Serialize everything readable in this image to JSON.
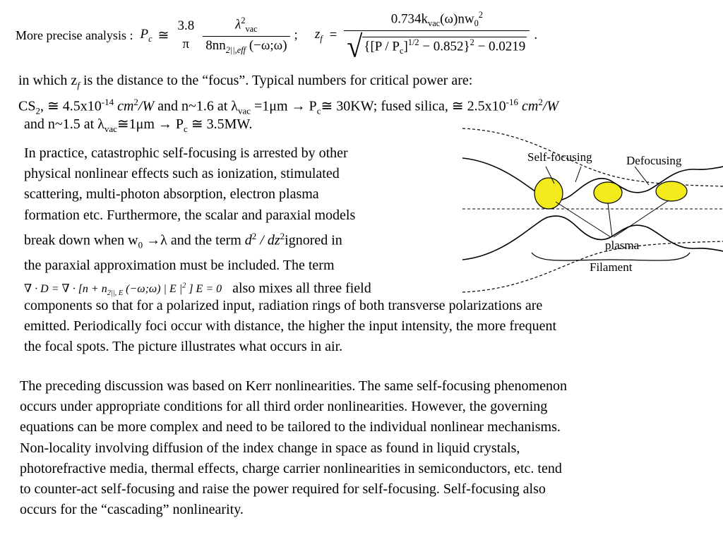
{
  "formula": {
    "label": "More precise analysis :",
    "pc_symbol": "P",
    "pc_sub": "c",
    "approx": "≅",
    "num_38": "3.8",
    "den_pi": "π",
    "lambda_vac": "λ",
    "vac": "vac",
    "sq": "2",
    "den_8nn": "8nn",
    "den_sub": "2||,eff",
    "den_arg": "(−ω;ω)",
    "semicolon": ";",
    "zf": "z",
    "zf_sub": "f",
    "equals": "=",
    "zf_num": "0.734k",
    "zf_num_sub": "vac",
    "zf_num_rest": "(ω)nw",
    "zf_num_w_sub": "0",
    "zf_den_part1": "{[P / P",
    "zf_den_sub_c": "c",
    "zf_den_part2": "]",
    "zf_den_exp": "1/2",
    "zf_den_part3": " − 0.852}",
    "zf_den_sq": "2",
    "zf_den_part4": " − 0.0219",
    "period": "."
  },
  "lines": {
    "l1": "in which z",
    "l1_sub": "f",
    "l1_rest": " is the distance to the “focus”. Typical numbers for critical power are:",
    "l2_a": "CS",
    "l2_a_sub": "2",
    "l2_b": ",  ≅ 4.5x10",
    "l2_b_exp": "-14",
    "l2_c": " cm",
    "l2_c_exp": "2",
    "l2_d": "/W",
    "l2_e": " and n~1.6 at λ",
    "l2_e_sub": "vac",
    "l2_f": " =1μm → P",
    "l2_f_sub": "c",
    "l2_g": "≅ 30KW;  fused silica,  ≅ 2.5x10",
    "l2_g_exp": "-16",
    "l2_h": " cm",
    "l2_h_exp": "2",
    "l2_i": "/W",
    "l3_a": "and n~1.5 at λ",
    "l3_a_sub": "vac",
    "l3_b": "≅1μm  → P",
    "l3_b_sub": "c",
    "l3_c": " ≅ 3.5MW."
  },
  "paragraph1": [
    "In practice, catastrophic self-focusing is arrested by other",
    "physical nonlinear effects such as ionization, stimulated",
    "scattering, multi-photon absorption, electron plasma",
    "formation etc. Furthermore, the scalar and paraxial models"
  ],
  "p1_line5_a": "break down when w",
  "p1_line5_sub": "0",
  "p1_line5_b": " →λ and the term",
  "p1_line5_frac": "d",
  "p1_line5_exp1": "2",
  "p1_line5_slash": " / dz",
  "p1_line5_exp2": "2",
  "p1_line5_c": "ignored in",
  "p1_line6": "the paraxial approximation must be included. The term",
  "p1_line7_eq": "∇ · D = ∇ · [n + n",
  "p1_line7_eq_sub": "2||, E",
  "p1_line7_eq_rest": " (−ω;ω) | E |",
  "p1_line7_eq_exp": "2",
  "p1_line7_eq_end": " ] E = 0",
  "p1_line7_text": "also mixes all three field",
  "paragraph1_wide": [
    "components so that for a polarized input, radiation rings of both transverse polarizations are",
    "emitted. Periodically foci occur with distance, the higher the input intensity, the more frequent",
    "the focal spots. The picture illustrates what occurs in air."
  ],
  "paragraph2": [
    "The preceding discussion was based on Kerr nonlinearities. The same self-focusing phenomenon",
    "occurs under appropriate conditions for all third order nonlinearities. However, the governing",
    "equations can be more complex and need to be tailored to the individual nonlinear mechanisms.",
    "Non-locality involving diffusion of the index change in space as found in liquid crystals,",
    "photorefractive media, thermal effects, charge carrier nonlinearities in semiconductors, etc. tend",
    "to counter-act self-focusing and raise the power required for self-focusing. Self-focusing also",
    "occurs for the “cascading” nonlinearity."
  ],
  "figure": {
    "label_self_focusing": "Self-focusing",
    "label_defocusing": "Defocusing",
    "label_plasma": "plasma",
    "label_filament": "Filament",
    "plasma_color": "#f2ea1a"
  }
}
